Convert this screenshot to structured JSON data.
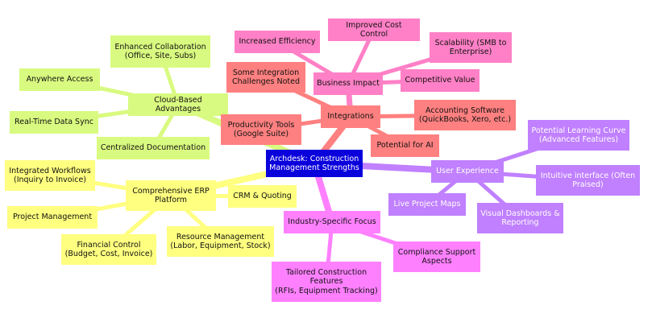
{
  "colors": {
    "root": "#0a00dc",
    "erp": "#ffff80",
    "cloud": "#d9fa80",
    "integrations": "#ff8080",
    "business": "#ff80c6",
    "ux": "#c080ff",
    "industry": "#ff80ff"
  },
  "root": {
    "label": "Archdesk: Construction\nManagement Strengths"
  },
  "branches": {
    "erp": {
      "label": "Comprehensive ERP\nPlatform",
      "children": {
        "workflows": "Integrated Workflows\n(Inquiry to Invoice)",
        "project": "Project Management",
        "financial": "Financial Control\n(Budget, Cost, Invoice)",
        "resource": "Resource Management\n(Labor, Equipment, Stock)",
        "crm": "CRM & Quoting"
      }
    },
    "cloud": {
      "label": "Cloud-Based Advantages",
      "children": {
        "collab": "Enhanced Collaboration\n(Office, Site, Subs)",
        "anywhere": "Anywhere Access",
        "sync": "Real-Time Data Sync",
        "docs": "Centralized Documentation"
      }
    },
    "integrations": {
      "label": "Integrations",
      "children": {
        "challenges": "Some Integration\nChallenges Noted",
        "productivity": "Productivity Tools\n(Google Suite)",
        "accounting": "Accounting Software\n(QuickBooks, Xero, etc.)",
        "ai": "Potential for AI"
      }
    },
    "business": {
      "label": "Business Impact",
      "children": {
        "efficiency": "Increased Efficiency",
        "cost": "Improved Cost Control",
        "scalability": "Scalability (SMB to\nEnterprise)",
        "competitive": "Competitive Value"
      }
    },
    "ux": {
      "label": "User Experience",
      "children": {
        "learning": "Potential Learning Curve\n(Advanced Features)",
        "intuitive": "Intuitive interface (Often\nPraised)",
        "dashboards": "Visual Dashboards &\nReporting",
        "maps": "Live Project Maps"
      }
    },
    "industry": {
      "label": "Industry-Specific Focus",
      "children": {
        "compliance": "Compliance Support\nAspects",
        "tailored": "Tailored Construction\nFeatures\n(RFIs, Equipment Tracking)"
      }
    }
  }
}
